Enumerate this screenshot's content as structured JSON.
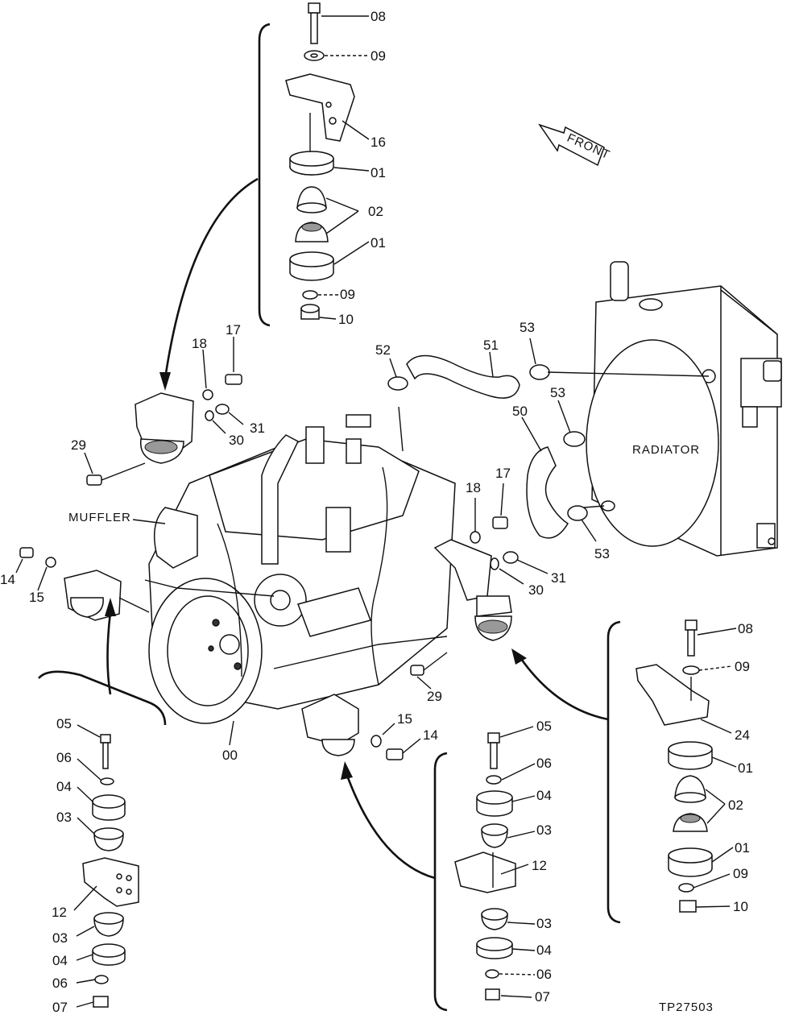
{
  "drawing_number": "TP27503",
  "labels": {
    "front": "FRONT",
    "radiator": "RADIATOR",
    "muffler": "MUFFLER"
  },
  "callouts": {
    "top_mount": [
      "08",
      "09",
      "16",
      "01",
      "02",
      "01",
      "09",
      "10"
    ],
    "left_side": [
      "18",
      "17",
      "31",
      "30",
      "29",
      "14",
      "15"
    ],
    "hoses": [
      "52",
      "51",
      "53",
      "50",
      "53",
      "53"
    ],
    "right_side": [
      "18",
      "17",
      "31",
      "30",
      "29"
    ],
    "engine": "00",
    "front_mount_small": [
      "15",
      "14"
    ],
    "bottom_left": [
      "05",
      "06",
      "04",
      "03",
      "12",
      "03",
      "04",
      "06",
      "07"
    ],
    "bottom_center": [
      "05",
      "06",
      "04",
      "03",
      "12",
      "03",
      "04",
      "06",
      "07"
    ],
    "bottom_right": [
      "08",
      "09",
      "24",
      "01",
      "02",
      "01",
      "09",
      "10"
    ]
  }
}
